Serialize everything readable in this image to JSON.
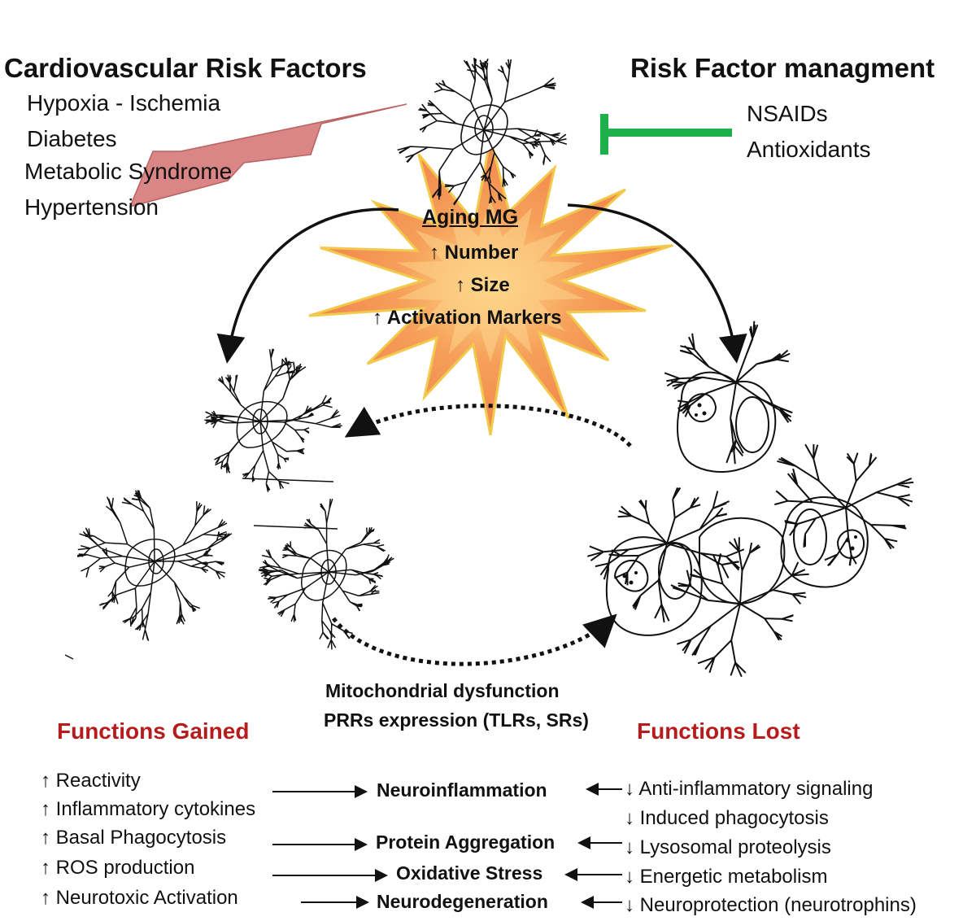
{
  "left_header": {
    "title": "Cardiovascular Risk Factors",
    "items": [
      "Hypoxia - Ischemia",
      "Diabetes",
      "Metabolic Syndrome",
      "Hypertension"
    ]
  },
  "right_header": {
    "title": "Risk Factor managment",
    "items": [
      "NSAIDs",
      "Antioxidants"
    ]
  },
  "center_star": {
    "title": "Aging MG",
    "lines": [
      "↑ Number",
      "↑ Size",
      "↑ Activation Markers"
    ]
  },
  "mechanisms": [
    "Mitochondrial dysfunction",
    "PRRs expression (TLRs, SRs)"
  ],
  "functions_gained": {
    "title": "Functions Gained",
    "items": [
      "↑ Reactivity",
      "↑ Inflammatory cytokines",
      "↑ Basal Phagocytosis",
      "↑ ROS production",
      "↑ Neurotoxic Activation"
    ]
  },
  "functions_lost": {
    "title": "Functions Lost",
    "items": [
      "↓ Anti-inflammatory signaling",
      "↓ Induced phagocytosis",
      "↓ Lysosomal proteolysis",
      "↓ Energetic metabolism",
      "↓ Neuroprotection (neurotrophins)"
    ]
  },
  "outcomes": [
    "Neuroinflammation",
    "Protein Aggregation",
    "Oxidative Stress",
    "Neurodegeneration"
  ],
  "colors": {
    "bolt": "#d98080",
    "inhibit": "#1db04b",
    "functions_title": "#b71c1c",
    "star_outer": "#f4b36a",
    "star_inner": "#f08a46"
  }
}
